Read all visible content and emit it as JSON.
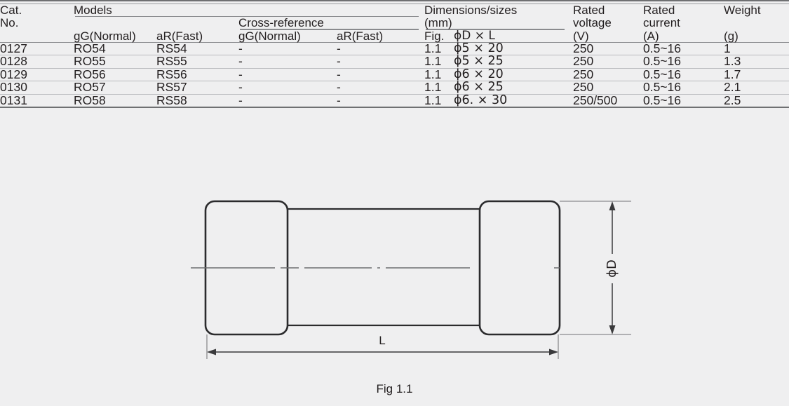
{
  "table": {
    "group_headers": {
      "cat_no_line1": "Cat.",
      "cat_no_line2": "No.",
      "models": "Models",
      "cross_reference": "Cross-reference",
      "dimensions_line1": "Dimensions/sizes",
      "dimensions_line2": "(mm)",
      "rated_voltage_line1": "Rated",
      "rated_voltage_line2": "voltage",
      "rated_current_line1": "Rated",
      "rated_current_line2": "current",
      "weight": "Weight"
    },
    "sub_headers": {
      "models_gg": "gG(Normal)",
      "models_ar": "aR(Fast)",
      "xref_gg": "gG(Normal)",
      "xref_ar": "aR(Fast)",
      "fig": "Fig.",
      "dim": "ϕD × L",
      "voltage_unit": "(V)",
      "current_unit": "(A)",
      "weight_unit": "(g)"
    },
    "rows": [
      {
        "cat_no": "0127",
        "models_gg": "RO54",
        "models_ar": "RS54",
        "xref_gg": "-",
        "xref_ar": "-",
        "fig": "1.1",
        "dim": "ϕ5 × 20",
        "voltage": "250",
        "current": "0.5~16",
        "weight": "1"
      },
      {
        "cat_no": "0128",
        "models_gg": "RO55",
        "models_ar": "RS55",
        "xref_gg": "-",
        "xref_ar": "-",
        "fig": "1.1",
        "dim": "ϕ5 × 25",
        "voltage": "250",
        "current": "0.5~16",
        "weight": "1.3"
      },
      {
        "cat_no": "0129",
        "models_gg": "RO56",
        "models_ar": "RS56",
        "xref_gg": "-",
        "xref_ar": "-",
        "fig": "1.1",
        "dim": "ϕ6 × 20",
        "voltage": "250",
        "current": "0.5~16",
        "weight": "1.7"
      },
      {
        "cat_no": "0130",
        "models_gg": "RO57",
        "models_ar": "RS57",
        "xref_gg": "-",
        "xref_ar": "-",
        "fig": "1.1",
        "dim": "ϕ6 × 25",
        "voltage": "250",
        "current": "0.5~16",
        "weight": "2.1"
      },
      {
        "cat_no": "0131",
        "models_gg": "RO58",
        "models_ar": "RS58",
        "xref_gg": "-",
        "xref_ar": "-",
        "fig": "1.1",
        "dim": "ϕ6. × 30",
        "voltage": "250/500",
        "current": "0.5~16",
        "weight": "2.5"
      }
    ]
  },
  "figure": {
    "caption": "Fig 1.1",
    "length_label": "L",
    "diameter_label": "ϕD"
  },
  "colors": {
    "background": "#efeff0",
    "text": "#231f20",
    "rule_strong": "#6f7072",
    "rule_light": "#b9babd",
    "outline": "#2b2b2d",
    "centerline": "#6d6e70"
  }
}
